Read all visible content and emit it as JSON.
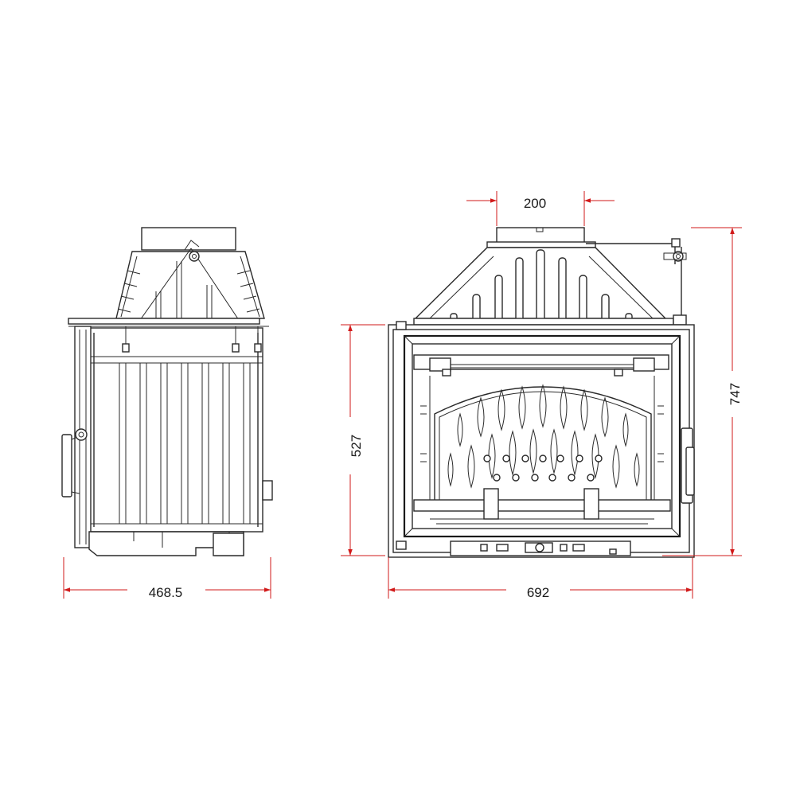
{
  "colors": {
    "dimension": "#d11a1a",
    "outline": "#2a2a2a"
  },
  "dimensions": {
    "side_depth": "468.5",
    "front_width": "692",
    "front_height": "527",
    "total_height": "747",
    "flue_diameter": "200"
  }
}
